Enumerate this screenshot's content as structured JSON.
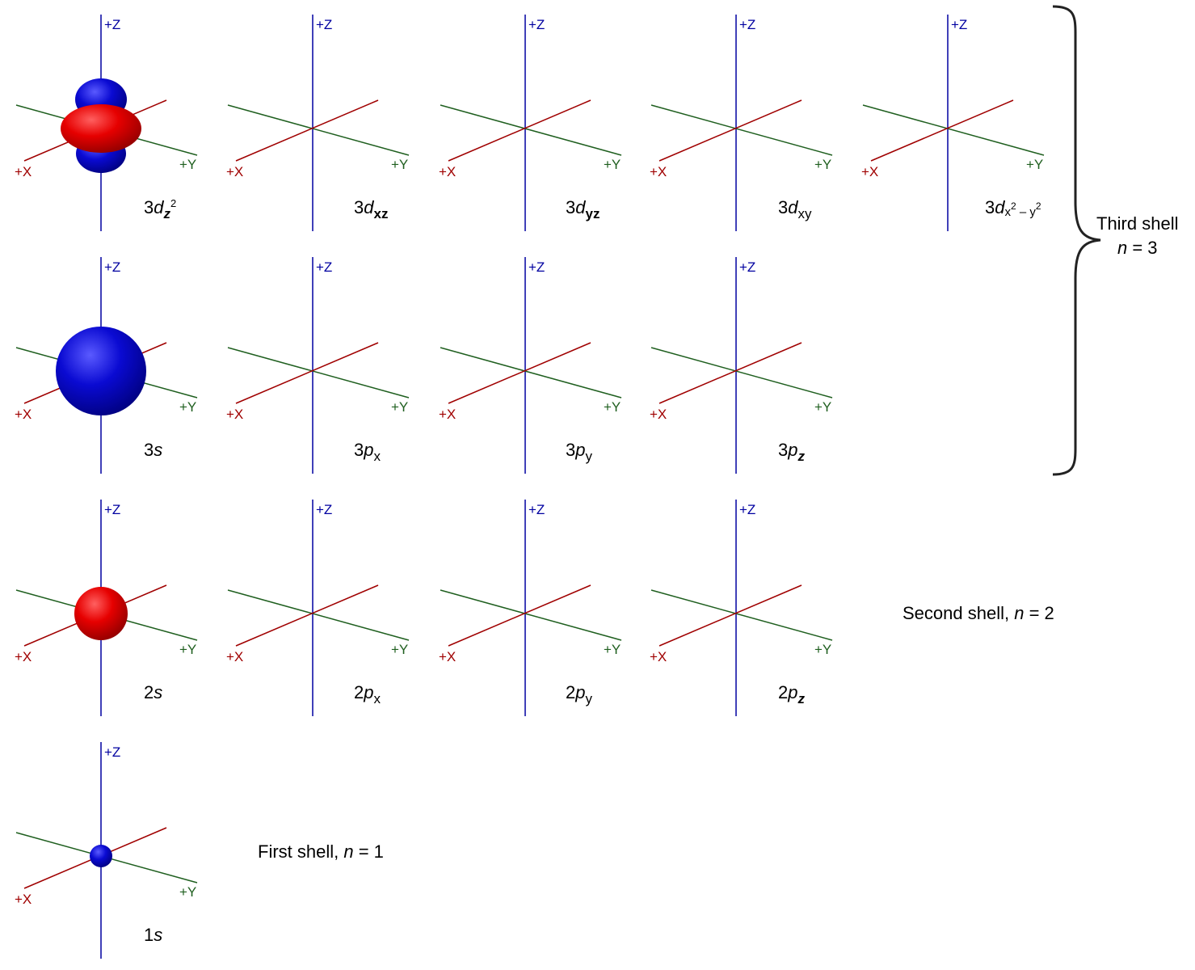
{
  "axes": {
    "z_label": "+Z",
    "x_label": "+X",
    "y_label": "+Y"
  },
  "colors": {
    "positive_lobe": "#e60000",
    "negative_lobe": "#0a0ad2",
    "z_axis": "#0000a0",
    "x_axis": "#a00000",
    "y_axis": "#1f5f1f",
    "brace": "#222222"
  },
  "orbitals": [
    {
      "id": "3dz2",
      "prefix": "3",
      "letter": "d",
      "sub": "z",
      "sup": "2"
    },
    {
      "id": "3dxz",
      "prefix": "3",
      "letter": "d",
      "sub": "xz"
    },
    {
      "id": "3dyz",
      "prefix": "3",
      "letter": "d",
      "sub": "yz"
    },
    {
      "id": "3dxy",
      "prefix": "3",
      "letter": "d",
      "sub": "xy"
    },
    {
      "id": "3dx2y2",
      "prefix": "3",
      "letter": "d",
      "sub_parts": [
        "x",
        "2",
        " – y",
        "2"
      ]
    },
    {
      "id": "3s",
      "prefix": "3",
      "letter": "s"
    },
    {
      "id": "3px",
      "prefix": "3",
      "letter": "p",
      "sub": "x"
    },
    {
      "id": "3py",
      "prefix": "3",
      "letter": "p",
      "sub": "y"
    },
    {
      "id": "3pz",
      "prefix": "3",
      "letter": "p",
      "sub": "z"
    },
    {
      "id": "2s",
      "prefix": "2",
      "letter": "s"
    },
    {
      "id": "2px",
      "prefix": "2",
      "letter": "p",
      "sub": "x"
    },
    {
      "id": "2py",
      "prefix": "2",
      "letter": "p",
      "sub": "y"
    },
    {
      "id": "2pz",
      "prefix": "2",
      "letter": "p",
      "sub": "z"
    },
    {
      "id": "1s",
      "prefix": "1",
      "letter": "s"
    }
  ],
  "shells": {
    "third_line1": "Third shell",
    "third_n": "n",
    "third_eq": " = 3",
    "second_text": "Second shell, ",
    "second_n": "n",
    "second_eq": " = 2",
    "first_text": "First shell, ",
    "first_n": "n",
    "first_eq": " = 1"
  }
}
